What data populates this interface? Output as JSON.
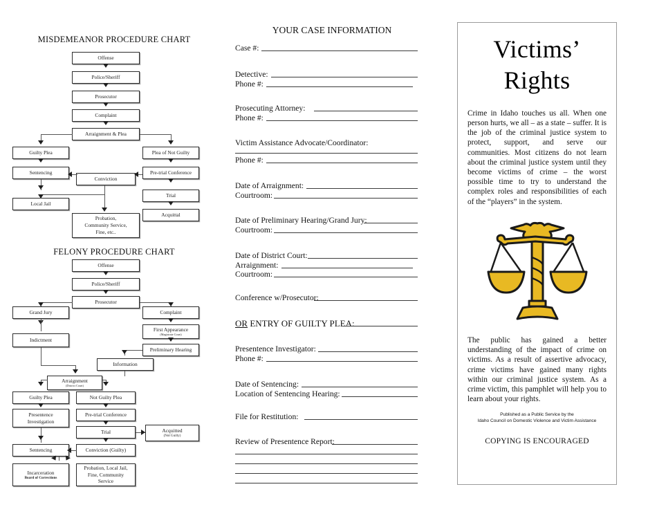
{
  "misdemeanor": {
    "title": "MISDEMEANOR PROCEDURE CHART",
    "boxes": [
      {
        "id": "m-offense",
        "label": "Offense"
      },
      {
        "id": "m-police",
        "label": "Police/Sheriff"
      },
      {
        "id": "m-prosecutor",
        "label": "Prosecutor"
      },
      {
        "id": "m-complaint",
        "label": "Complaint"
      },
      {
        "id": "m-arraignment",
        "label": "Arraignment & Plea"
      },
      {
        "id": "m-guilty-plea",
        "label": "Guilty Plea"
      },
      {
        "id": "m-plea-not-guilty",
        "label": "Plea of Not Guilty"
      },
      {
        "id": "m-sentencing",
        "label": "Sentencing"
      },
      {
        "id": "m-pretrial",
        "label": "Pre-trial Conference"
      },
      {
        "id": "m-conviction",
        "label": "Conviction"
      },
      {
        "id": "m-trial",
        "label": "Trial"
      },
      {
        "id": "m-local-jail",
        "label": "Local Jail"
      },
      {
        "id": "m-acquittal",
        "label": "Acquittal"
      },
      {
        "id": "m-probation",
        "label": "Probation,\nCommunity Service,\nFine, etc.."
      }
    ]
  },
  "felony": {
    "title": "FELONY PROCEDURE CHART",
    "boxes": [
      {
        "id": "f-offense",
        "label": "Offense"
      },
      {
        "id": "f-police",
        "label": "Police/Sheriff"
      },
      {
        "id": "f-prosecutor",
        "label": "Prosecutor"
      },
      {
        "id": "f-grand-jury",
        "label": "Grand Jury"
      },
      {
        "id": "f-complaint",
        "label": "Complaint"
      },
      {
        "id": "f-first-appearance",
        "label": "First Appearance",
        "sub": "(Magistrate Court)"
      },
      {
        "id": "f-indictment",
        "label": "Indictment"
      },
      {
        "id": "f-preliminary-hearing",
        "label": "Preliminary Hearing"
      },
      {
        "id": "f-information",
        "label": "Information"
      },
      {
        "id": "f-arraignment",
        "label": "Arraignment",
        "sub": "(District Court)"
      },
      {
        "id": "f-guilty-plea",
        "label": "Guilty Plea"
      },
      {
        "id": "f-not-guilty-plea",
        "label": "Not Guilty Plea"
      },
      {
        "id": "f-presentence",
        "label": "Presentence\nInvestigation"
      },
      {
        "id": "f-pretrial",
        "label": "Pre-trial Conference"
      },
      {
        "id": "f-trial",
        "label": "Trial"
      },
      {
        "id": "f-acquitted",
        "label": "Acquitted",
        "sub": "(Not Guilty)"
      },
      {
        "id": "f-sentencing",
        "label": "Sentencing"
      },
      {
        "id": "f-conviction",
        "label": "Conviction (Guilty)"
      },
      {
        "id": "f-incarceration",
        "label": "Incarceration",
        "sub": "Board of Corrections"
      },
      {
        "id": "f-probation",
        "label": "Probation, Local Jail,\nFine, Community\nService"
      }
    ]
  },
  "case_info": {
    "title": "YOUR CASE INFORMATION",
    "fields": [
      {
        "id": "case-number",
        "label": "Case #:"
      },
      {
        "id": "detective",
        "label": "Detective:"
      },
      {
        "id": "detective-phone",
        "label": "Phone #:"
      },
      {
        "id": "prosecuting-attorney",
        "label": "Prosecuting Attorney:"
      },
      {
        "id": "prosecutor-phone",
        "label": "Phone #:"
      },
      {
        "id": "victim-advocate",
        "label": "Victim Assistance Advocate/Coordinator:"
      },
      {
        "id": "advocate-phone",
        "label": "Phone #:"
      },
      {
        "id": "date-arraignment",
        "label": "Date of Arraignment:"
      },
      {
        "id": "arraignment-courtroom",
        "label": "Courtroom:"
      },
      {
        "id": "date-prelim",
        "label": "Date of Preliminary Hearing/Grand Jury:"
      },
      {
        "id": "prelim-courtroom",
        "label": "Courtroom:"
      },
      {
        "id": "date-district-court",
        "label": "Date of District Court:"
      },
      {
        "id": "district-arraignment",
        "label": "Arraignment:"
      },
      {
        "id": "district-courtroom",
        "label": "Courtroom:"
      },
      {
        "id": "conference-prosecutor",
        "label": "Conference w/Prosecutor:"
      },
      {
        "id": "guilty-plea-entry",
        "label": "OR ENTRY OF GUILTY PLEA:"
      },
      {
        "id": "presentence-investigator",
        "label": "Presentence Investigator:"
      },
      {
        "id": "investigator-phone",
        "label": "Phone #:"
      },
      {
        "id": "date-sentencing",
        "label": "Date of Sentencing:"
      },
      {
        "id": "sentencing-location",
        "label": "Location of Sentencing Hearing:"
      },
      {
        "id": "file-restitution",
        "label": "File for Restitution:"
      },
      {
        "id": "review-presentence",
        "label": "Review of Presentence Report:"
      }
    ]
  },
  "victims_rights": {
    "title_line1": "Victims’",
    "title_line2": "Rights",
    "paragraph1": "Crime in Idaho touches us all.  When one person hurts, we all – as a state – suffer.  It is the job of the criminal justice system to protect, support, and serve our communities.  Most citizens do not learn about the criminal justice system until they become victims of crime – the worst possible time to try to understand the complex roles and responsibilities of each of the “players” in the system.",
    "paragraph2": "The public has gained a better understanding of the impact of crime on victims.  As a result of assertive advocacy, crime victims have gained many rights within our criminal justice system. As a crime victim, this pamphlet will help you to learn about your rights.",
    "published_line1": "Published as a Public Service by the",
    "published_line2": "Idaho Council on Domestic Violence and Victim Assistance",
    "copying": "COPYING IS ENCOURAGED",
    "scales_icon": "scales-of-justice-icon",
    "scales_color": "#E8B923",
    "scales_outline": "#1a1a1a"
  }
}
